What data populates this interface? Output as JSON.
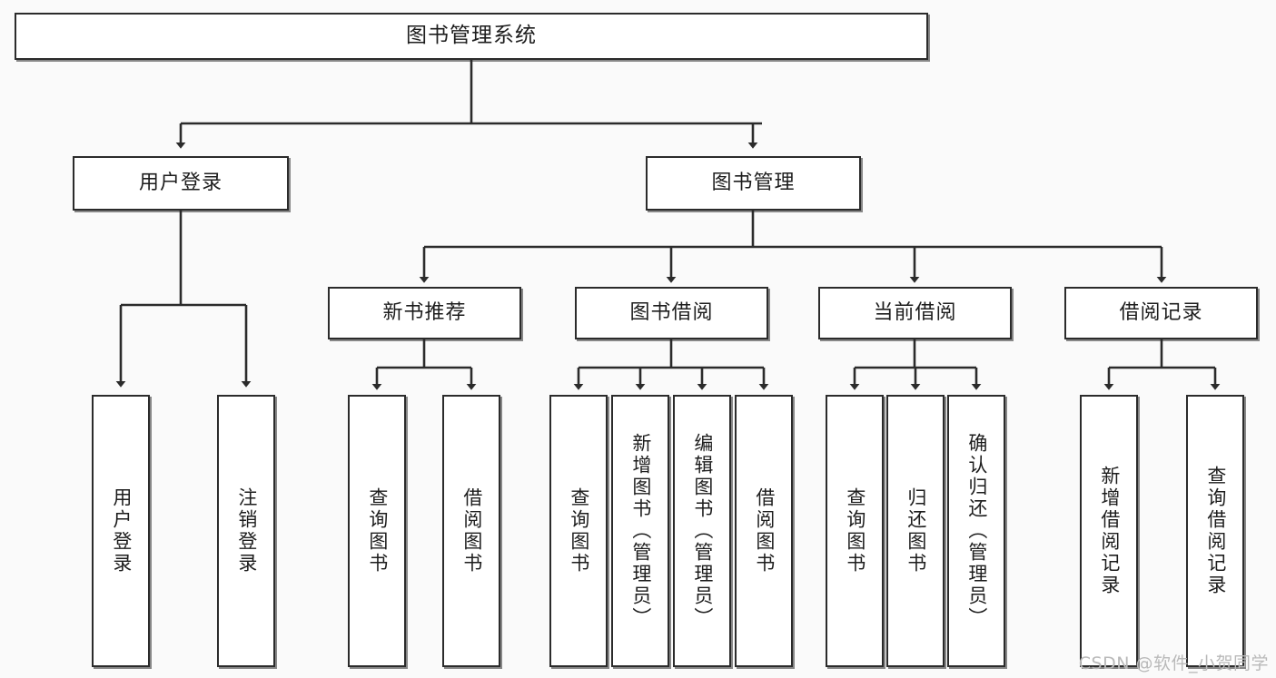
{
  "diagram": {
    "type": "hierarchy-tree",
    "title": "图书管理系统",
    "background_color": "#fafafa",
    "box_fill": "#ffffff",
    "box_border": "#2b2b2b",
    "levels": 4
  },
  "nodes": {
    "root": {
      "label": "图书管理系统"
    },
    "level2": [
      {
        "label": "用户登录"
      },
      {
        "label": "图书管理"
      }
    ],
    "level3": [
      {
        "label": "新书推荐"
      },
      {
        "label": "图书借阅"
      },
      {
        "label": "当前借阅"
      },
      {
        "label": "借阅记录"
      }
    ],
    "login_leaves": [
      {
        "label": "用户登录"
      },
      {
        "label": "注销登录"
      }
    ],
    "newbook_leaves": [
      {
        "label": "查询图书"
      },
      {
        "label": "借阅图书"
      }
    ],
    "borrow_leaves": [
      {
        "label": "查询图书"
      },
      {
        "label": "新增图书（管理员）"
      },
      {
        "label": "编辑图书（管理员）"
      },
      {
        "label": "借阅图书"
      }
    ],
    "current_leaves": [
      {
        "label": "查询图书"
      },
      {
        "label": "归还图书"
      },
      {
        "label": "确认归还（管理员）"
      }
    ],
    "record_leaves": [
      {
        "label": "新增借阅记录"
      },
      {
        "label": "查询借阅记录"
      }
    ]
  },
  "watermark": {
    "text": "CSDN @软件_小贺同学"
  }
}
